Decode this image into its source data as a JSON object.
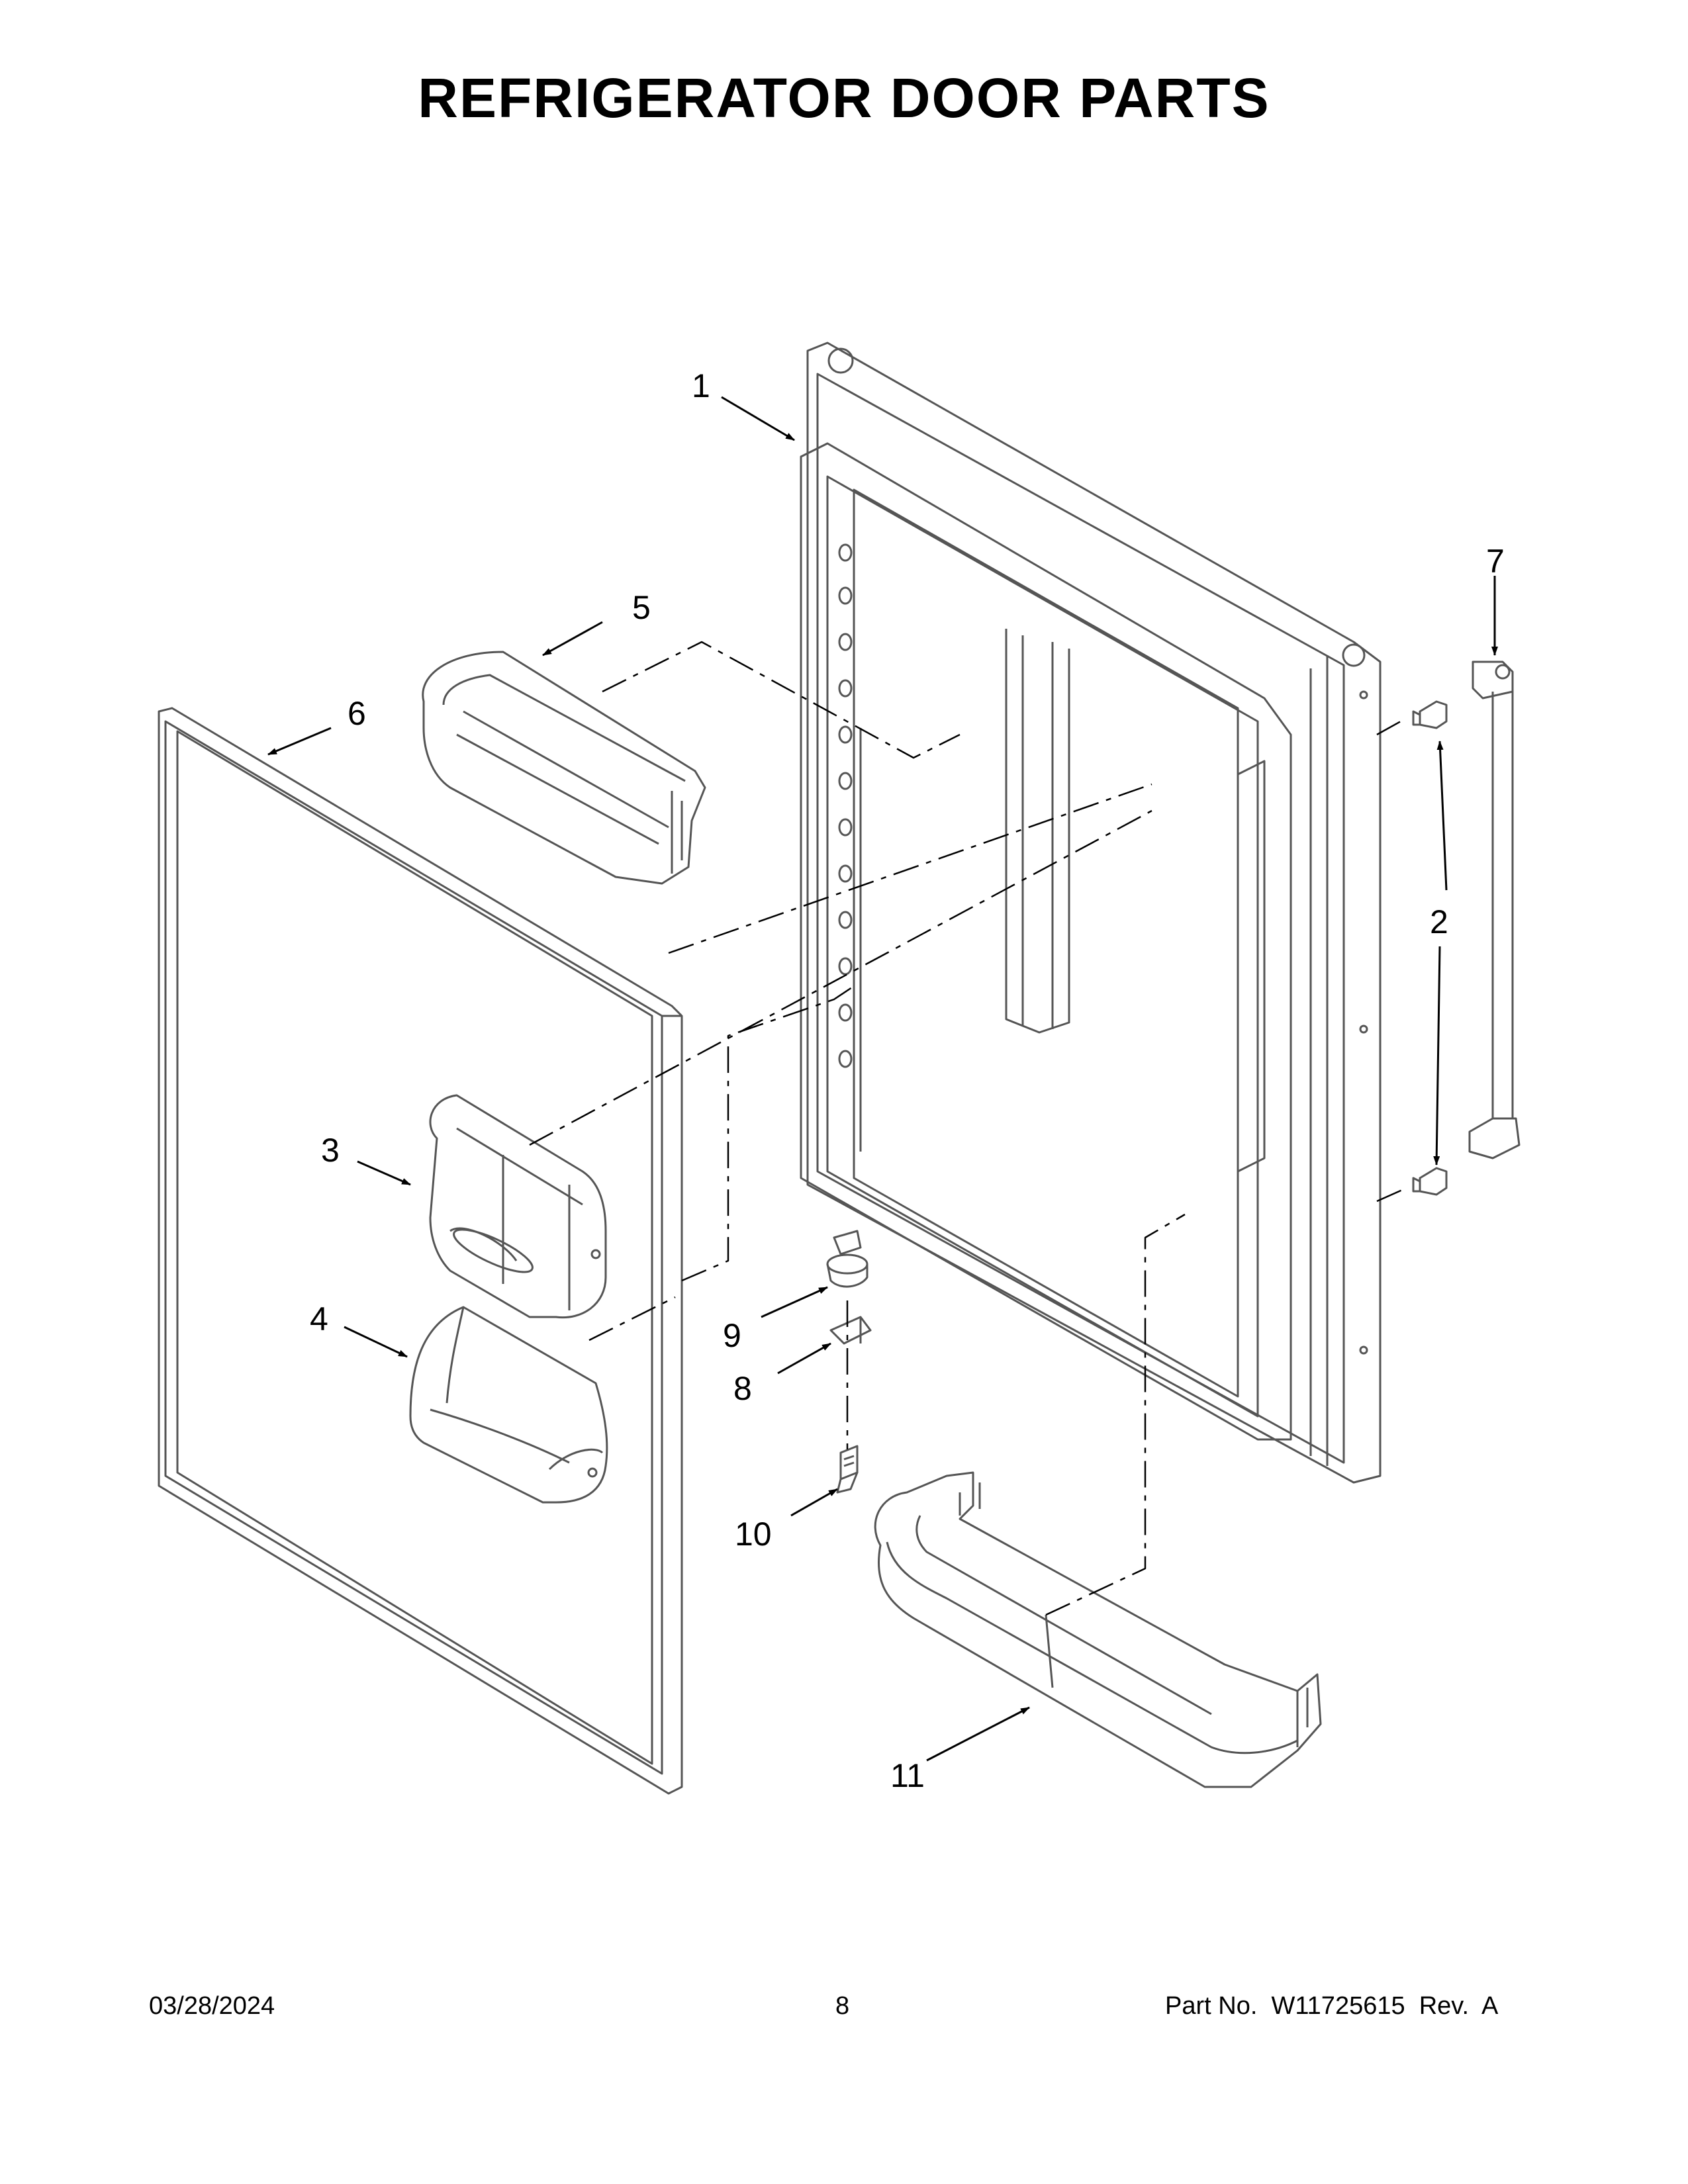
{
  "title": "REFRIGERATOR DOOR PARTS",
  "callouts": [
    "1",
    "2",
    "3",
    "4",
    "5",
    "6",
    "7",
    "8",
    "9",
    "10",
    "11"
  ],
  "footer": {
    "date": "03/28/2024",
    "page": "8",
    "part_number": "Part No.  W11725615  Rev.  A"
  }
}
